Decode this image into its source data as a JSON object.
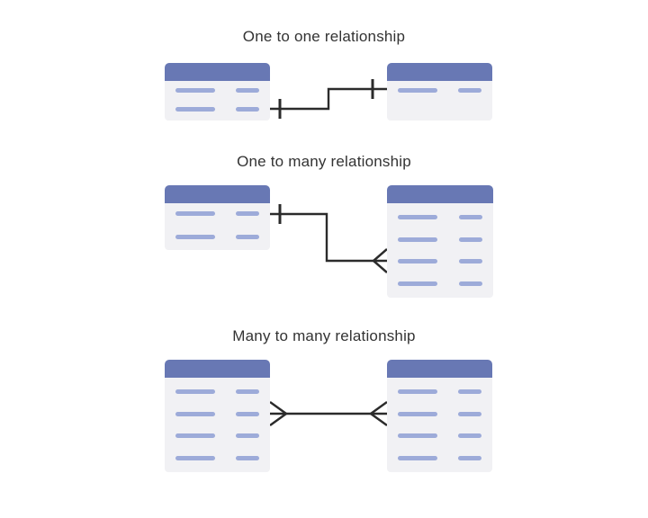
{
  "page": {
    "background": "#ffffff"
  },
  "colors": {
    "page_bg": "#ffffff",
    "table_header": "#6878b4",
    "table_body": "#f1f1f4",
    "field_bar": "#9dabd9",
    "connector": "#2b2b2b",
    "title": "#333333"
  },
  "sections": [
    {
      "title": "One to one relationship",
      "connector": {
        "left_end": "one",
        "right_end": "one"
      },
      "left_table": {
        "rows": 2
      },
      "right_table": {
        "rows": 1
      }
    },
    {
      "title": "One to many relationship",
      "connector": {
        "left_end": "one",
        "right_end": "many"
      },
      "left_table": {
        "rows": 2
      },
      "right_table": {
        "rows": 4
      }
    },
    {
      "title": "Many to many relationship",
      "connector": {
        "left_end": "many",
        "right_end": "many"
      },
      "left_table": {
        "rows": 4
      },
      "right_table": {
        "rows": 4
      }
    }
  ]
}
